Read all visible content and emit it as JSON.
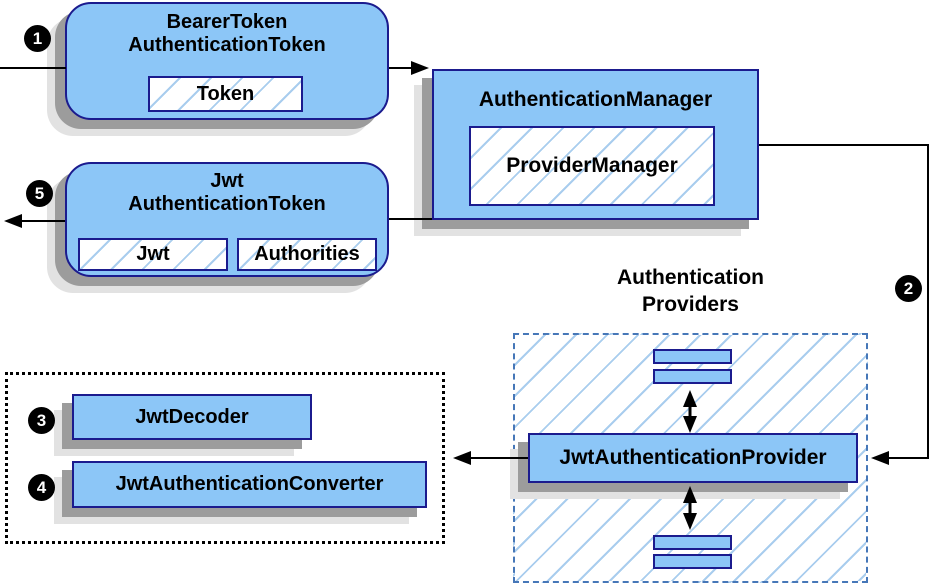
{
  "badges": {
    "step1": "1",
    "step2": "2",
    "step3": "3",
    "step4": "4",
    "step5": "5"
  },
  "nodes": {
    "bearer_token": {
      "line1": "BearerToken",
      "line2": "AuthenticationToken",
      "child": "Token"
    },
    "authentication_manager": {
      "title": "AuthenticationManager",
      "child": "ProviderManager"
    },
    "jwt_authentication_token": {
      "line1": "Jwt",
      "line2": "AuthenticationToken",
      "children": [
        "Jwt",
        "Authorities"
      ]
    },
    "authentication_providers": {
      "line1": "Authentication",
      "line2": "Providers"
    },
    "jwt_authentication_provider": {
      "title": "JwtAuthenticationProvider"
    },
    "jwt_decoder": {
      "title": "JwtDecoder"
    },
    "jwt_authentication_converter": {
      "title": "JwtAuthenticationConverter"
    }
  },
  "colors": {
    "node_fill": "#8cc6f7",
    "node_border": "#1b1b8e",
    "hatch_line": "#a9cdee",
    "dashed_border": "#4677b8",
    "connector": "#000000",
    "badge_bg": "#000000",
    "badge_text": "#ffffff"
  }
}
